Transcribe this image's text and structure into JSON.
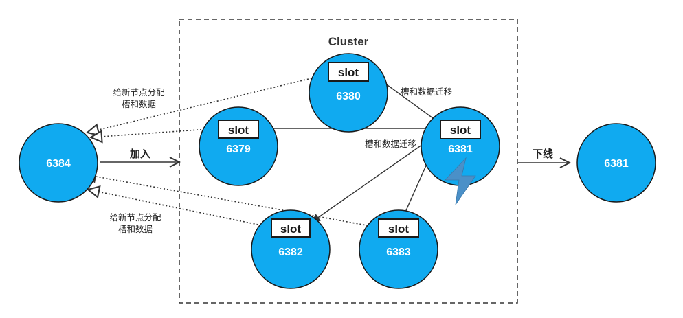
{
  "cluster": {
    "title": "Cluster"
  },
  "nodes": {
    "n6384": "6384",
    "n6380": "6380",
    "n6379": "6379",
    "n6381": "6381",
    "n6382": "6382",
    "n6383": "6383",
    "n6381_offline": "6381"
  },
  "slot_label": "slot",
  "labels": {
    "assign_top_line1": "给新节点分配",
    "assign_top_line2": "槽和数据",
    "assign_bottom_line1": "给新节点分配",
    "assign_bottom_line2": "槽和数据",
    "migrate_top": "槽和数据迁移",
    "migrate_mid": "槽和数据迁移",
    "join": "加入",
    "offline": "下线"
  },
  "colors": {
    "node_fill": "#10aaf0",
    "lightning": "#4a90c8"
  },
  "icons": {
    "lightning": "lightning-icon"
  }
}
